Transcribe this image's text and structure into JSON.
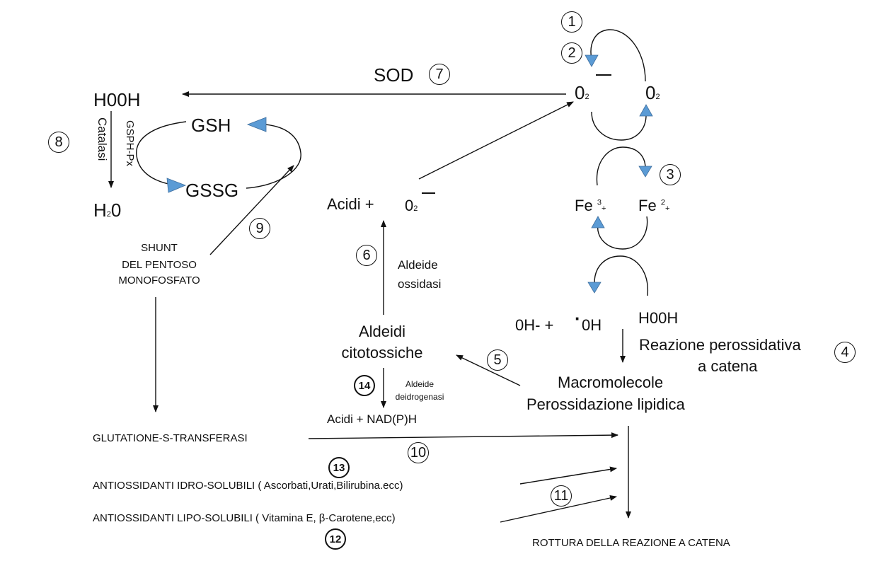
{
  "colors": {
    "arrowhead": "#5b9bd5",
    "line": "#111111"
  },
  "labels": {
    "sod": "SOD",
    "hooh_left": "H00H",
    "catalasi": "Catalasi",
    "gsph_px": "GSPH-Px",
    "gsh": "GSH",
    "gssg": "GSSG",
    "h2o_h": "H",
    "h2o_sub": "2",
    "h2o_o": "0",
    "shunt_line1": "SHUNT",
    "shunt_line2": "DEL PENTOSO",
    "shunt_line3": "MONOFOSFATO",
    "o2_radical_main": "0",
    "o2_radical_sub": "2",
    "o2_main": "0",
    "o2_sub": "2",
    "acidi_plus": "Acidi +",
    "acidi_o2_main": "0",
    "acidi_o2_sub": "2",
    "fe3_main": "Fe",
    "fe3_sup": "3",
    "fe3_plus": "+",
    "fe2_main": "Fe",
    "fe2_sup": "2",
    "fe2_plus": "+",
    "aldeide_ossidasi_1": "Aldeide",
    "aldeide_ossidasi_2": "ossidasi",
    "aldeidi_1": "Aldeidi",
    "aldeidi_2": "citotossiche",
    "oh_minus": "0H- +",
    "oh_dot": "·",
    "oh_radical": "0H",
    "hooh_right": "H00H",
    "reazione_1": "Reazione perossidativa",
    "reazione_2": "a catena",
    "aldeide_deidro_1": "Aldeide",
    "aldeide_deidro_2": "deidrogenasi",
    "acidi_nadph": "Acidi + NAD(P)H",
    "macro_1": "Macromolecole",
    "macro_2": "Perossidazione lipidica",
    "glutatione": "GLUTATIONE-S-TRANSFERASI",
    "idro": "ANTIOSSIDANTI IDRO-SOLUBILI ( Ascorbati,Urati,Bilirubina.ecc)",
    "lipo": "ANTIOSSIDANTI LIPO-SOLUBILI ( Vitamina E, β-Carotene,ecc)",
    "rottura": "ROTTURA DELLA REAZIONE A CATENA"
  },
  "step_numbers": {
    "n1": "1",
    "n2": "2",
    "n3": "3",
    "n4": "4",
    "n5": "5",
    "n6": "6",
    "n7": "7",
    "n8": "8",
    "n9": "9",
    "n10": "10",
    "n11": "11",
    "n12": "12",
    "n13": "13",
    "n14": "14"
  }
}
